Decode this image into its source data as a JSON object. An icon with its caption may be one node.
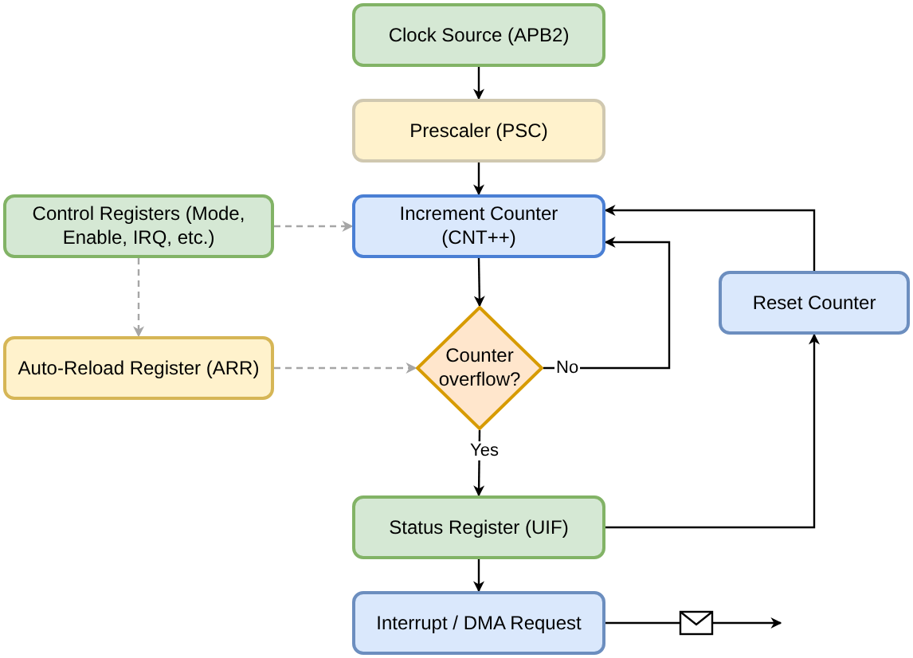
{
  "diagram": {
    "nodes": [
      {
        "text": [
          "Clock Source (APB2)"
        ]
      },
      {
        "text": [
          "Prescaler (PSC)"
        ]
      },
      {
        "text": [
          "Control Registers (Mode, Enable, IRQ, etc.)"
        ]
      },
      {
        "text": [
          "Increment Counter (CNT++)"
        ]
      },
      {
        "text": [
          "Reset Counter"
        ]
      },
      {
        "text": [
          "Auto-Reload Register (ARR)"
        ]
      },
      {
        "text": [
          "Counter overflow?"
        ]
      },
      {
        "text": [
          "Status Register (UIF)"
        ]
      },
      {
        "text": [
          "Interrupt / DMA Request"
        ]
      }
    ],
    "edges": [
      {
        "from": 0,
        "to": 1,
        "arrow": "to"
      },
      {
        "from": 1,
        "to": 3,
        "arrow": "to"
      },
      {
        "from": 2,
        "to": 3,
        "arrow": "to",
        "style": "dashed",
        "color": "#a6a6a6"
      },
      {
        "from": 2,
        "to": 5,
        "arrow": "to",
        "style": "dashed",
        "color": "#a6a6a6"
      },
      {
        "from": 3,
        "to": 6,
        "arrow": "to"
      },
      {
        "from": 5,
        "to": 6,
        "arrow": "to",
        "style": "dashed",
        "color": "#a6a6a6"
      },
      {
        "from": 6,
        "to": 3,
        "arrow": "to",
        "label": "No"
      },
      {
        "from": 6,
        "to": 7,
        "arrow": "to",
        "label": "Yes"
      },
      {
        "from": 7,
        "to": 4,
        "arrow": "to"
      },
      {
        "from": 4,
        "to": 3,
        "arrow": "to"
      },
      {
        "from": 7,
        "to": 8,
        "arrow": "to"
      },
      {
        "from": 8,
        "to": null,
        "arrow": "to"
      }
    ]
  }
}
